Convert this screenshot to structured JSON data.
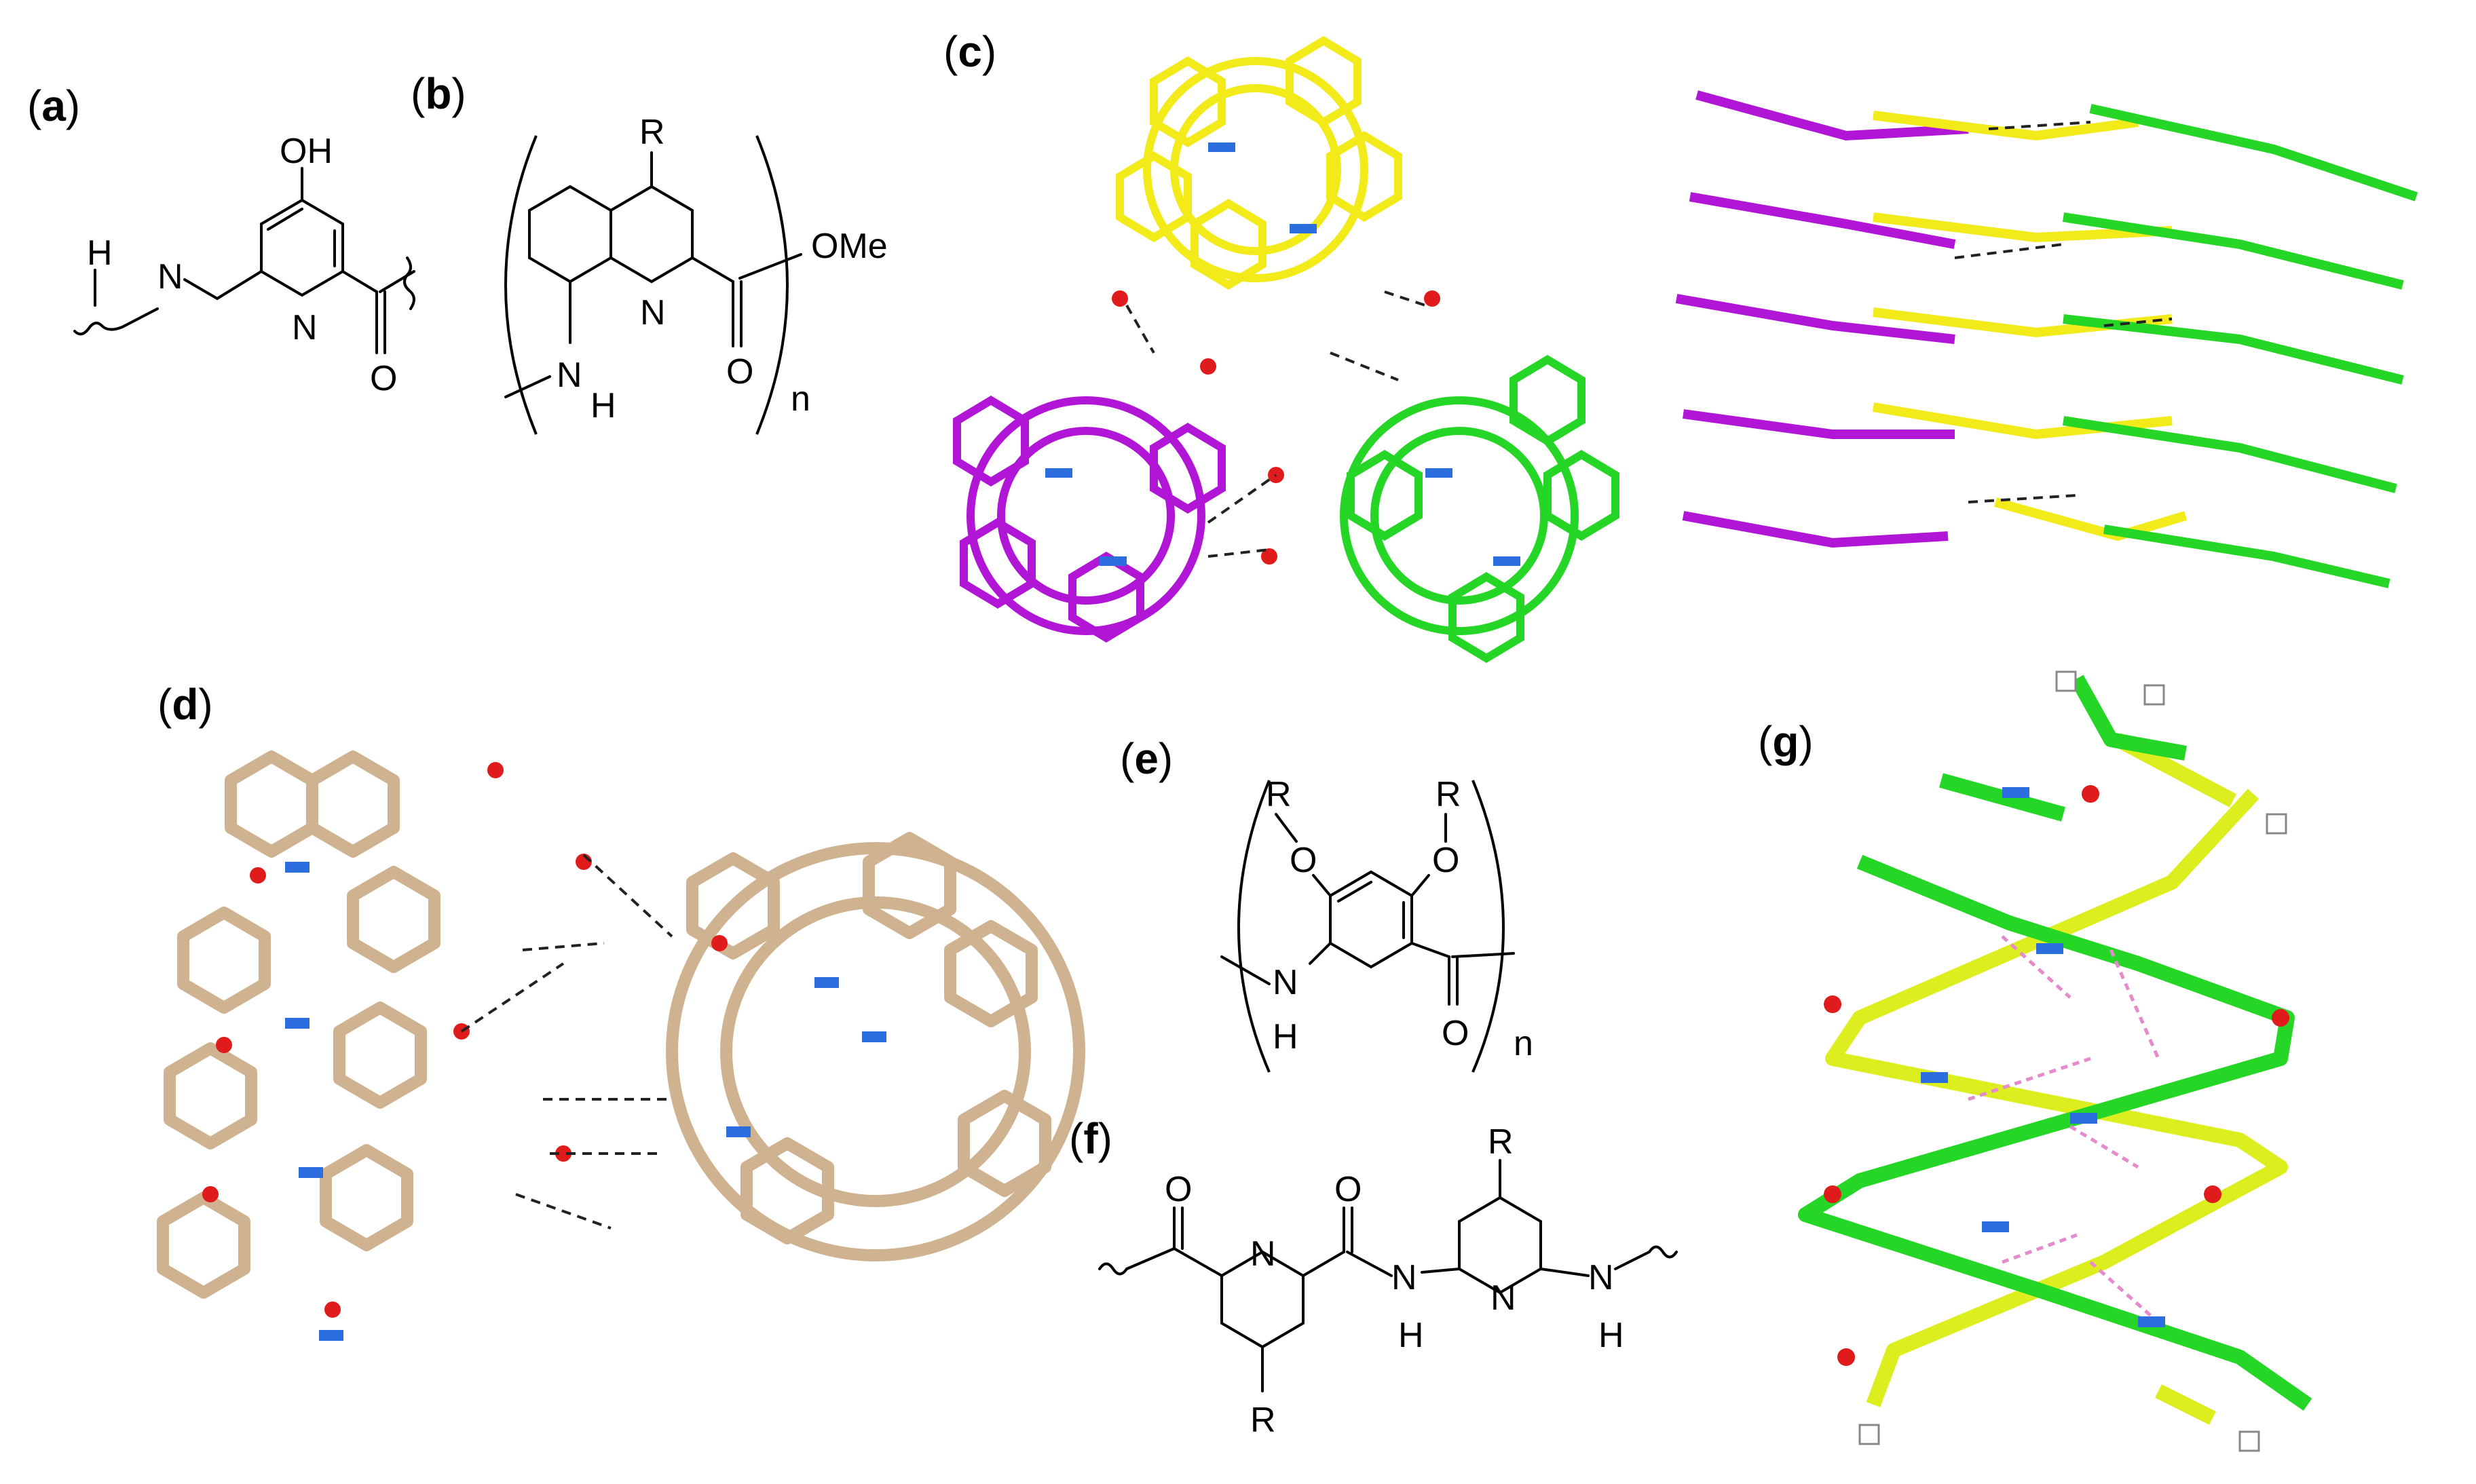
{
  "panels": {
    "a": {
      "label_letter": "a",
      "atoms": {
        "oh": "OH",
        "h": "H",
        "n_amine": "N",
        "n_ring": "N",
        "o_carbonyl": "O"
      }
    },
    "b": {
      "label_letter": "b",
      "atoms": {
        "r": "R",
        "n_ring": "N",
        "n_amine": "N",
        "h": "H",
        "ome": "OMe",
        "o_carbonyl": "O",
        "n_sub": "n"
      }
    },
    "c": {
      "label_letter": "c"
    },
    "d": {
      "label_letter": "d"
    },
    "e": {
      "label_letter": "e",
      "atoms": {
        "r1": "R",
        "r2": "R",
        "o1": "O",
        "o2": "O",
        "n": "N",
        "h": "H",
        "o_carbonyl": "O",
        "n_sub": "n"
      }
    },
    "f": {
      "label_letter": "f",
      "atoms": {
        "o1": "O",
        "o2": "O",
        "n1": "N",
        "n2": "N",
        "n3": "N",
        "n4": "N",
        "h1": "H",
        "h2": "H",
        "r1": "R",
        "r2": "R"
      }
    },
    "g": {
      "label_letter": "g"
    }
  },
  "colors": {
    "yellow": "#f2ea19",
    "purple": "#b116d6",
    "green": "#26d626",
    "tan": "#cfb391",
    "yellow_green": "#dcee1e",
    "nitrogen": "#2c6de0",
    "oxygen": "#e01b1b",
    "hydrogen": "#f4f4f4",
    "bond_black": "#000000",
    "hbond_pink": "#e58acb"
  }
}
